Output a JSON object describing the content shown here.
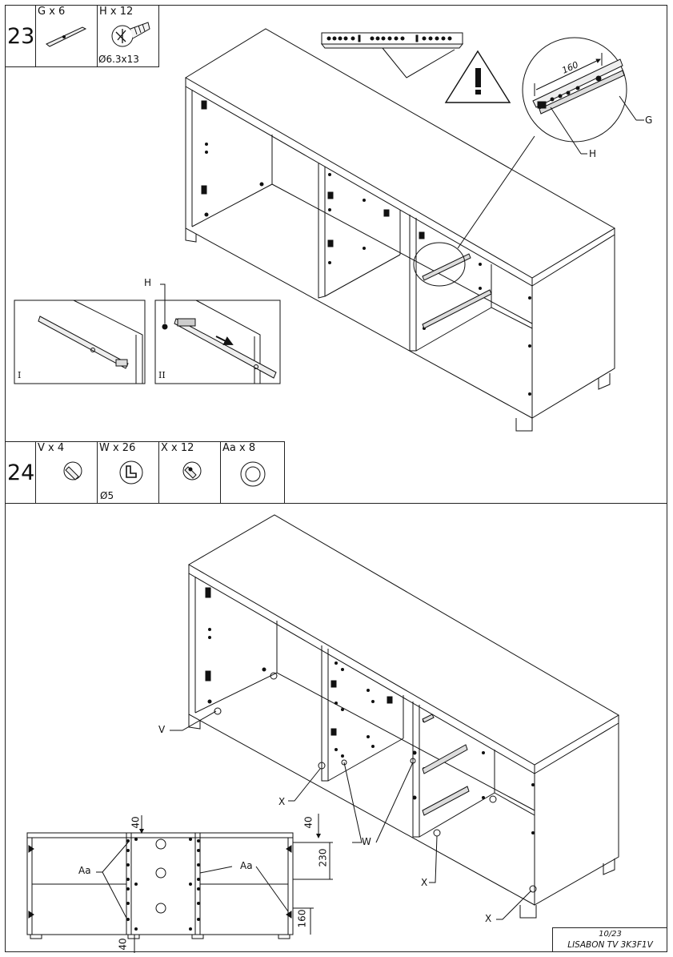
{
  "step23": {
    "number": "23",
    "parts": [
      {
        "label": "G x 6",
        "dimension": ""
      },
      {
        "label": "H x 12",
        "dimension": "Ø6.3x13"
      }
    ],
    "detail_dimension": "160",
    "callouts": {
      "g": "G",
      "h": "H",
      "h_side": "H"
    },
    "sub_steps": [
      "I",
      "II"
    ]
  },
  "step24": {
    "number": "24",
    "parts": [
      {
        "label": "V x 4",
        "dimension": ""
      },
      {
        "label": "W x 26",
        "dimension": "Ø5"
      },
      {
        "label": "X x 12",
        "dimension": ""
      },
      {
        "label": "Aa x 8",
        "dimension": ""
      }
    ],
    "callouts": {
      "v": "V",
      "x1": "X",
      "w": "W",
      "x2": "X",
      "x3": "X",
      "aa1": "Aa",
      "aa2": "Aa"
    },
    "dimensions": {
      "top_gap": "40",
      "side_top": "40",
      "spacing": "230",
      "bottom_height": "160",
      "bottom_gap": "40"
    }
  },
  "footer": {
    "page": "10/23",
    "model": "LISABON TV 3K3F1V"
  }
}
